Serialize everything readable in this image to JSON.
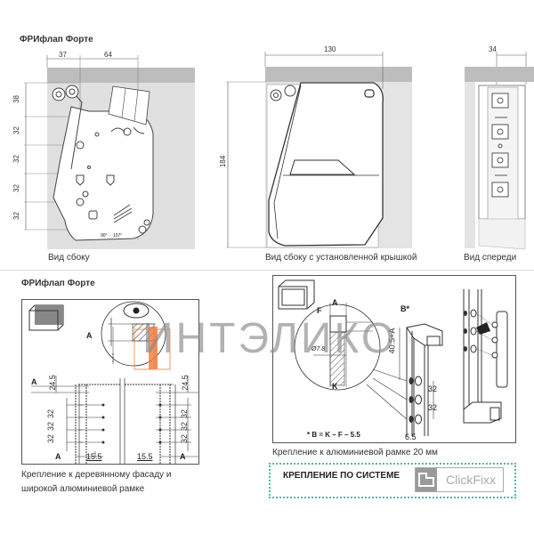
{
  "top_section": {
    "title": "ФРИфлап Форте",
    "side_view": {
      "caption": "Вид сбоку",
      "dims_horizontal": [
        "37",
        "64"
      ],
      "dims_vertical": [
        "38",
        "32",
        "32",
        "32",
        "32"
      ],
      "angle_marks": [
        "90°",
        "107°"
      ]
    },
    "side_view_cover": {
      "caption": "Вид сбоку с установленной крышкой",
      "width": "130",
      "height": "184"
    },
    "front_view": {
      "caption": "Вид спереди",
      "width": "34"
    }
  },
  "bottom_section": {
    "title": "ФРИфлап Форте",
    "wood_panel": {
      "caption_line1": "Крепление к деревянному фасаду и",
      "caption_line2": "широкой алюминиевой рамке",
      "label_a": "A",
      "dim_top_left": "24.5",
      "dim_top_right": "24.5",
      "dims_left": [
        "32",
        "32",
        "32"
      ],
      "dims_right": [
        "32",
        "32",
        "32"
      ],
      "dim_bottom_left": "15.5",
      "dim_bottom_right": "15.5"
    },
    "alu_panel": {
      "caption": "Крепление к алюминиевой рамке 20 мм",
      "label_a": "A",
      "label_f": "F",
      "label_k": "K",
      "label_b": "B*",
      "diameter": "Ø7.8",
      "dim_vertical": "40.5+A",
      "dims": [
        "32",
        "32"
      ],
      "dim_bottom": "6.5",
      "formula": "* B = K – F – 5.5"
    },
    "system": {
      "label": "КРЕПЛЕНИЕ ПО СИСТЕМЕ",
      "brand": "ClickFixx"
    }
  },
  "watermark": {
    "text": "ИНТЭЛИКО"
  },
  "colors": {
    "wall_gray": "#d6d6d6",
    "wall_dark": "#b8b8b8",
    "accent_orange": "#f47a3c",
    "system_border": "#4fb8a8",
    "line": "#555555"
  }
}
